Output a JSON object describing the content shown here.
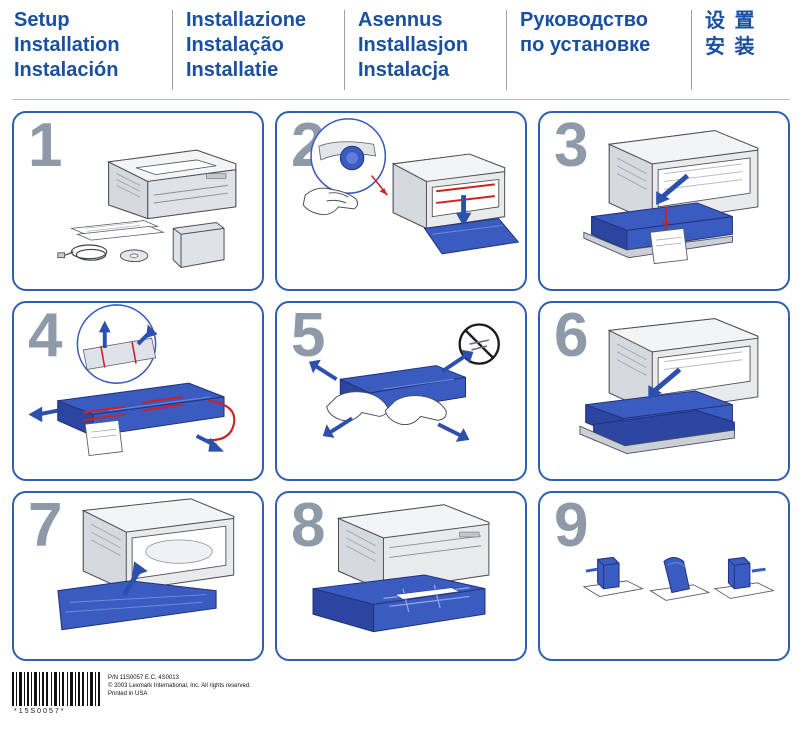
{
  "header": {
    "columns": [
      {
        "lines": [
          "Setup",
          "Installation",
          "Instalación"
        ],
        "script": "latin"
      },
      {
        "lines": [
          "Installazione",
          "Instalação",
          "Installatie"
        ],
        "script": "latin"
      },
      {
        "lines": [
          "Asennus",
          "Installasjon",
          "Instalacja"
        ],
        "script": "latin"
      },
      {
        "lines": [
          "Руководство",
          "по установке"
        ],
        "script": "cyrillic"
      },
      {
        "lines": [
          "设 置",
          "安 装"
        ],
        "script": "cjk"
      }
    ],
    "accent_color": "#1b4fa0",
    "divider_color": "#9aa0a6"
  },
  "steps": [
    {
      "number": "1",
      "caption": ""
    },
    {
      "number": "2",
      "caption": ""
    },
    {
      "number": "3",
      "caption": ""
    },
    {
      "number": "4",
      "caption": ""
    },
    {
      "number": "5",
      "caption": ""
    },
    {
      "number": "6",
      "caption": ""
    },
    {
      "number": "7",
      "caption": ""
    },
    {
      "number": "8",
      "caption": ""
    },
    {
      "number": "9",
      "caption": ""
    }
  ],
  "footer": {
    "barcode_digits": "*15S0057*",
    "legal_lines": [
      "P/N 11S0057 E.C. 4S0013",
      "© 2003 Lexmark International, Inc. All rights reserved.",
      "Printed in USA"
    ]
  },
  "colors": {
    "panel_border": "#2f5fb0",
    "step_number": "#8e9aa8",
    "blue_part": "#3a5bbf",
    "device_body": "#e9eaec",
    "device_shade": "#c9ccd2",
    "accent_red": "#cc2222"
  }
}
